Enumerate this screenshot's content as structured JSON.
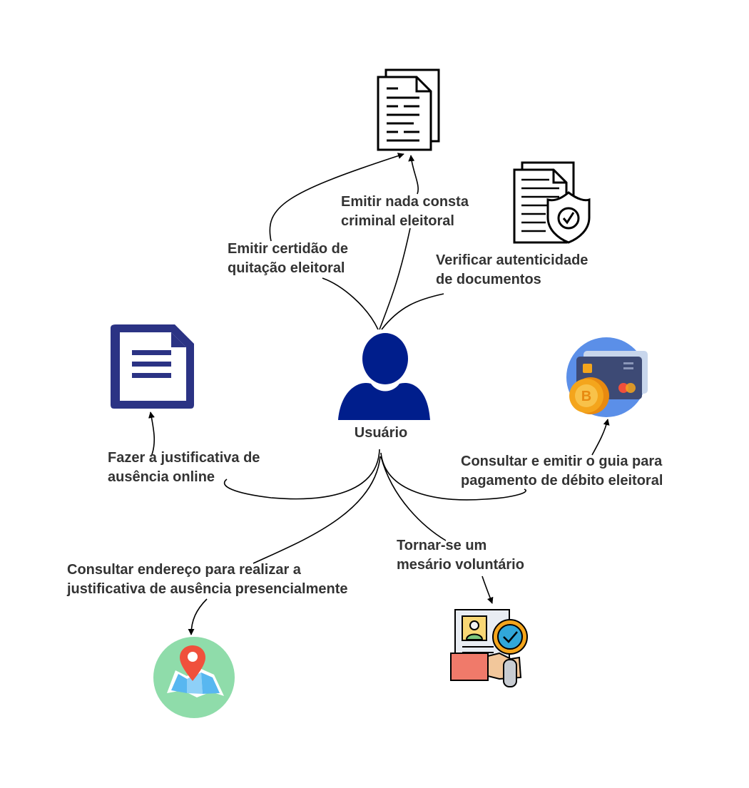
{
  "center": {
    "label": "Usuário"
  },
  "actions": {
    "certidao": {
      "line1": "Emitir certidão de",
      "line2": "quitação eleitoral"
    },
    "nada_consta": {
      "line1": "Emitir nada consta",
      "line2": "criminal eleitoral"
    },
    "verificar": {
      "line1": "Verificar autenticidade",
      "line2": "de documentos"
    },
    "justificativa_online": {
      "line1": "Fazer a justificativa de",
      "line2": "ausência online"
    },
    "debito": {
      "line1": "Consultar e emitir o guia para",
      "line2": "pagamento de débito eleitoral"
    },
    "endereco": {
      "line1": "Consultar endereço para realizar a",
      "line2": "justificativa de ausência presencialmente"
    },
    "mesario": {
      "line1": "Tornar-se um",
      "line2": "mesário voluntário"
    }
  },
  "icons": {
    "user": "user-icon",
    "documents": "document-stack-icon",
    "verified_document": "shield-document-icon",
    "form": "form-document-icon",
    "payment": "credit-card-coins-icon",
    "map": "map-pin-icon",
    "volunteer": "id-card-magnifier-icon"
  },
  "colors": {
    "user": "#001e8c",
    "form_icon": "#2b3384",
    "text": "#333333",
    "map_bg": "#8fdcaa",
    "map_pin": "#f0503c",
    "card_bg": "#5b8fe8",
    "card": "#3d4a75",
    "coin": "#f4a51c",
    "glass": "#31a7d9"
  }
}
